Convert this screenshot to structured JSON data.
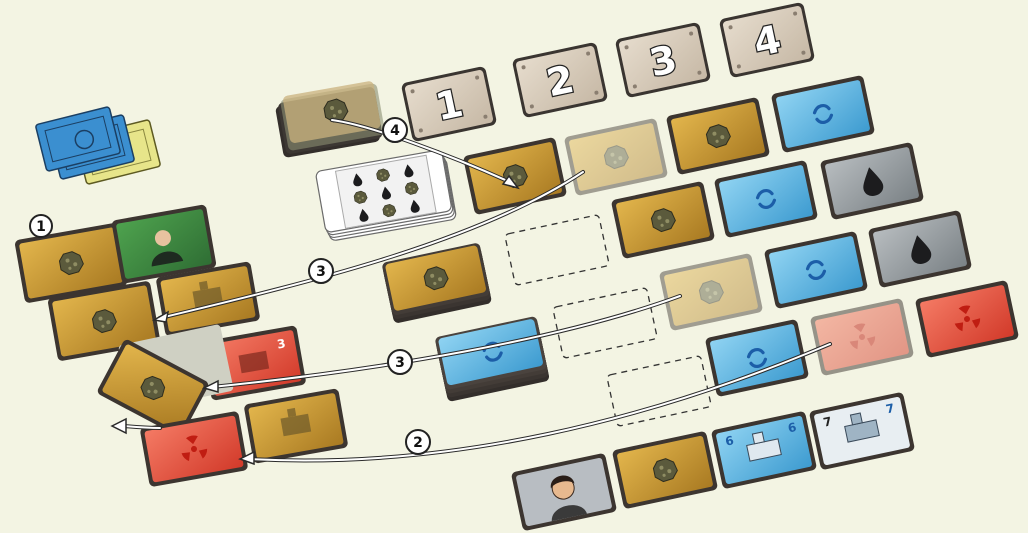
{
  "header_tiles": [
    {
      "label": "1"
    },
    {
      "label": "2"
    },
    {
      "label": "3"
    },
    {
      "label": "4"
    }
  ],
  "callouts": [
    {
      "label": "1"
    },
    {
      "label": "2"
    },
    {
      "label": "3"
    },
    {
      "label": "3"
    },
    {
      "label": "4"
    }
  ],
  "card_numbers": {
    "red_small": "3",
    "vehicle_left": "6",
    "vehicle_right": "6",
    "vehicle2_left": "7",
    "vehicle2_right": "7"
  },
  "colors": {
    "background": "#f3f4e3",
    "mine_tan": "#c8992e",
    "water_blue": "#5ab4e0",
    "oil_gray": "#8d9396",
    "energy_red": "#e2473a",
    "header_tan": "#d9cdbd",
    "money_blue": "#3b8fd0",
    "money_yellow": "#e7e58a"
  },
  "icons": [
    "ore-rock-icon",
    "water-wave-icon",
    "oil-drop-icon",
    "radiation-icon",
    "vehicle-icon",
    "person-portrait-icon"
  ]
}
